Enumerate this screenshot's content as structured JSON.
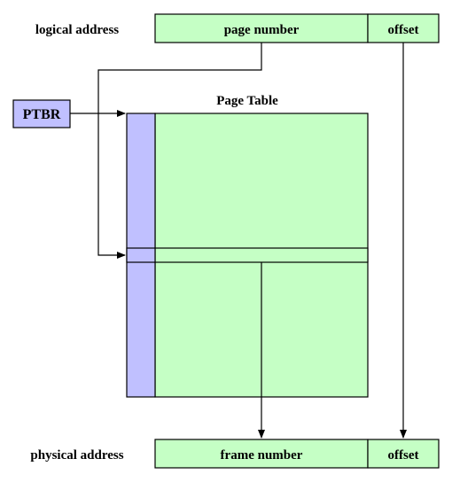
{
  "labels": {
    "logical_address": "logical address",
    "physical_address": "physical address",
    "page_table": "Page Table",
    "ptbr": "PTBR"
  },
  "logical_fields": {
    "page_number": "page number",
    "offset": "offset"
  },
  "physical_fields": {
    "frame_number": "frame number",
    "offset": "offset"
  },
  "colors": {
    "field_fill": "#c5ffc5",
    "register_fill": "#c0c0ff",
    "stroke": "#000000"
  }
}
